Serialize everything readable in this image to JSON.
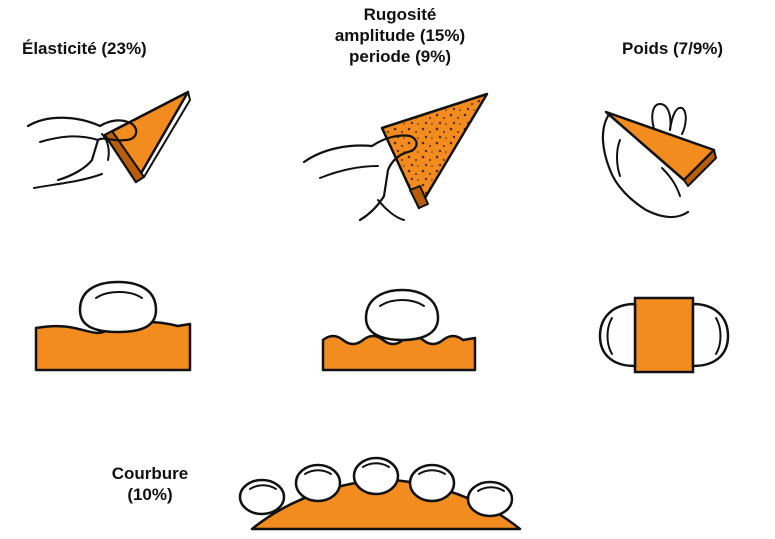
{
  "labels": {
    "elasticity": "Élasticité (23%)",
    "roughness_title": "Rugosité",
    "roughness_amplitude": "amplitude (15%)",
    "roughness_period": "periode (9%)",
    "weight": "Poids (7/9%)",
    "curvature_title": "Courbure",
    "curvature_pct": "(10%)"
  },
  "colors": {
    "material": "#F28C1E",
    "material_dark": "#B85E0B",
    "outline": "#111111",
    "fingertip": "#FFFFFF"
  },
  "icons": [
    "hand-pressing-triangle-icon",
    "hand-rubbing-rough-triangle-icon",
    "hand-holding-triangle-icon",
    "finger-pressing-elastic-surface-icon",
    "finger-on-wavy-surface-icon",
    "fingers-squeezing-block-icon",
    "fingers-on-curved-surface-icon"
  ]
}
